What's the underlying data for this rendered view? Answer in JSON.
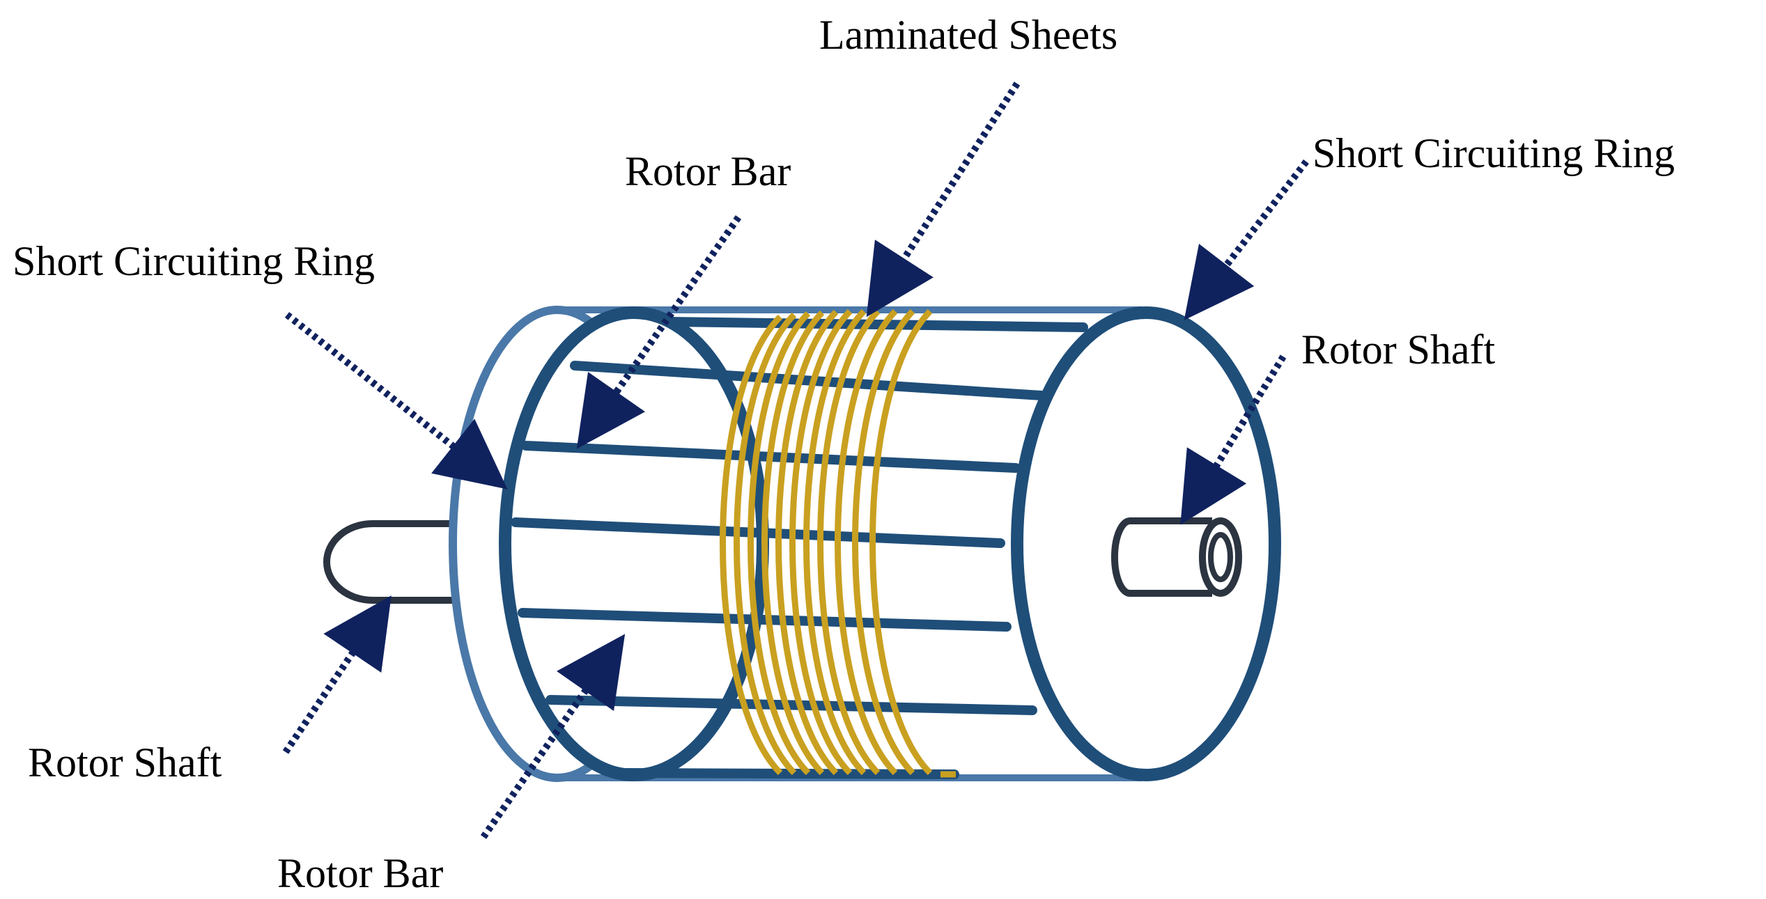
{
  "labels": {
    "laminated_sheets": "Laminated Sheets",
    "rotor_bar_top": "Rotor Bar",
    "short_circuiting_ring_right": "Short Circuiting Ring",
    "short_circuiting_ring_left": "Short Circuiting Ring",
    "rotor_shaft_right": "Rotor Shaft",
    "rotor_shaft_left": "Rotor Shaft",
    "rotor_bar_bottom": "Rotor Bar"
  },
  "colors": {
    "ring_dark": "#1f4e79",
    "ring_light": "#4a78a8",
    "lamination": "#c9a020",
    "shaft": "#2b3440",
    "pointer": "#10225e"
  }
}
